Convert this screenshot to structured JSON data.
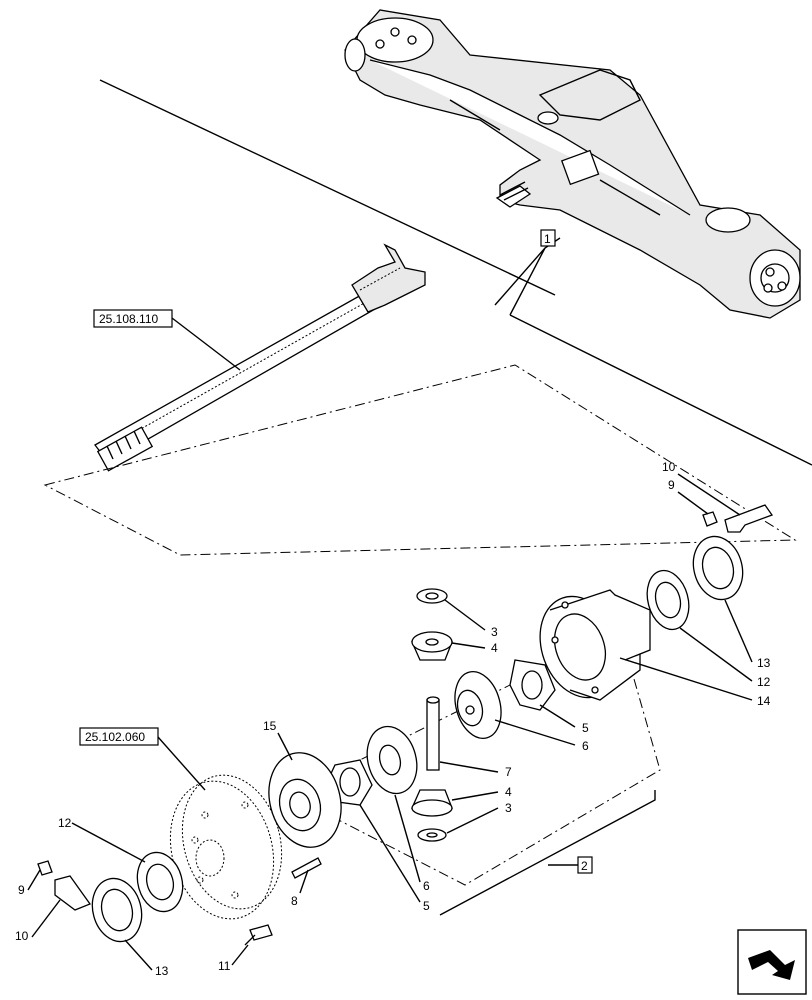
{
  "references": {
    "axle_shaft": "25.108.110",
    "ring_gear": "25.102.060"
  },
  "callouts": {
    "c1": "1",
    "c2": "2",
    "c3a": "3",
    "c4a": "4",
    "c5a": "5",
    "c6a": "6",
    "c7": "7",
    "c4b": "4",
    "c3b": "3",
    "c6b": "6",
    "c5b": "5",
    "c8": "8",
    "c9a": "9",
    "c10a": "10",
    "c9b": "9",
    "c10b": "10",
    "c11": "11",
    "c12a": "12",
    "c13a": "13",
    "c12b": "12",
    "c13b": "13",
    "c14": "14",
    "c15": "15"
  },
  "nav": {
    "icon": "next-page-arrow-icon"
  }
}
